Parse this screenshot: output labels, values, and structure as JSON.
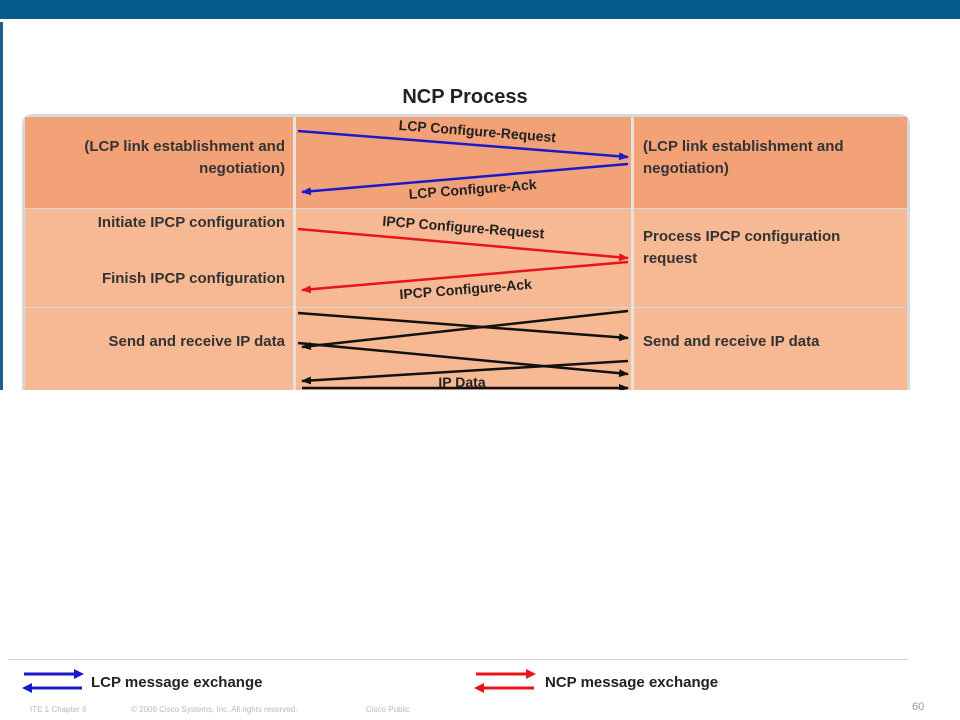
{
  "diagram": {
    "title": "NCP Process",
    "left_column": {
      "lcp_establish": [
        "(LCP link establishment and",
        "negotiation)"
      ],
      "initiate": "Initiate IPCP configuration",
      "finish": "Finish IPCP configuration",
      "send_receive": "Send and receive IP data"
    },
    "right_column": {
      "lcp_establish": [
        "(LCP link establishment and",
        "negotiation)"
      ],
      "process": [
        "Process IPCP configuration",
        "request"
      ],
      "send_receive": "Send and receive IP data"
    },
    "messages": {
      "lcp_request": "LCP Configure-Request",
      "lcp_ack": "LCP Configure-Ack",
      "ipcp_request": "IPCP Configure-Request",
      "ipcp_ack": "IPCP Configure-Ack",
      "ip_data": "IP Data"
    },
    "colors": {
      "lcp_arrow": "#1a1acc",
      "ncp_arrow": "#e8141a",
      "data_arrow": "#111111",
      "row_dark": "#f3a278",
      "row_light": "#f7b894"
    }
  },
  "legend": {
    "lcp": "LCP message exchange",
    "ncp": "NCP message exchange"
  },
  "footer": {
    "course": "ITE 1 Chapter 6",
    "copyright": "© 2006 Cisco Systems, Inc. All rights reserved.",
    "classification": "Cisco Public",
    "page": "60"
  }
}
